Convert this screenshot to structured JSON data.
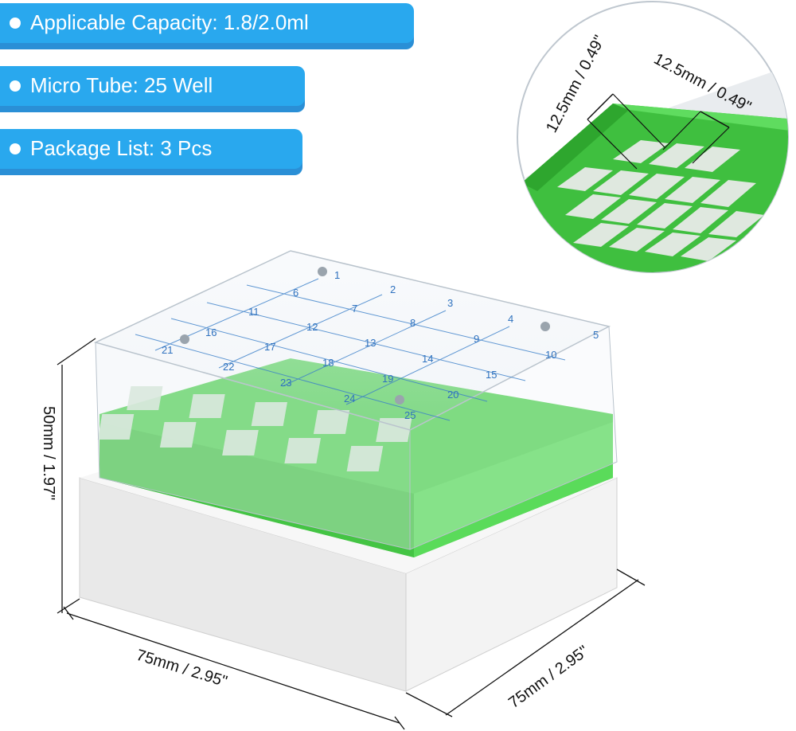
{
  "features": [
    {
      "label": "Applicable Capacity: 1.8/2.0ml"
    },
    {
      "label": "Micro Tube: 25 Well"
    },
    {
      "label": "Package List: 3 Pcs"
    }
  ],
  "dimensions": {
    "height": "50mm / 1.97\"",
    "width": "75mm / 2.95\"",
    "depth": "75mm / 2.95\"",
    "cell_a": "12.5mm / 0.49\"",
    "cell_b": "12.5mm / 0.49\""
  },
  "lid_numbers": [
    "1",
    "2",
    "3",
    "4",
    "5",
    "6",
    "7",
    "8",
    "9",
    "10",
    "11",
    "12",
    "13",
    "14",
    "15",
    "16",
    "17",
    "18",
    "19",
    "20",
    "21",
    "22",
    "23",
    "24",
    "25"
  ],
  "colors": {
    "banner": "#29a8ee",
    "rack": "#4fd24f",
    "base": "#efefef"
  }
}
